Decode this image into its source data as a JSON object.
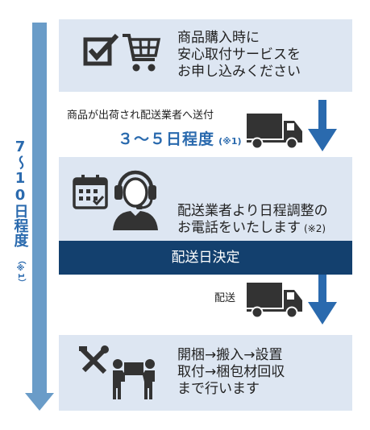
{
  "timeline": {
    "total_days_label": "7〜10日程度",
    "total_note": "（※1）"
  },
  "steps": [
    {
      "text": "商品購入時に\n安心取付サービスを\nお申し込みください",
      "icons": [
        "checklist-icon",
        "cart-icon"
      ]
    },
    {
      "text": "配送業者より日程調整の\nお電話をいたします",
      "note": "(※2)",
      "icons": [
        "calendar-icon",
        "operator-icon"
      ]
    },
    {
      "text": "開梱→搬入→設置\n取付→梱包材回収\nまで行います",
      "icons": [
        "tools-icon",
        "movers-icon"
      ]
    }
  ],
  "transit1": {
    "label": "商品が出荷され配送業者へ送付",
    "duration": "３〜５日程度",
    "note": "(※1)"
  },
  "banner": {
    "label": "配送日決定"
  },
  "transit2": {
    "label": "配送"
  },
  "colors": {
    "panel_bg": "#dde6f2",
    "accent_blue": "#2a6aae",
    "banner_navy": "#13406e",
    "timeline_blue": "#6a9cc8",
    "icon_dark": "#333333"
  }
}
